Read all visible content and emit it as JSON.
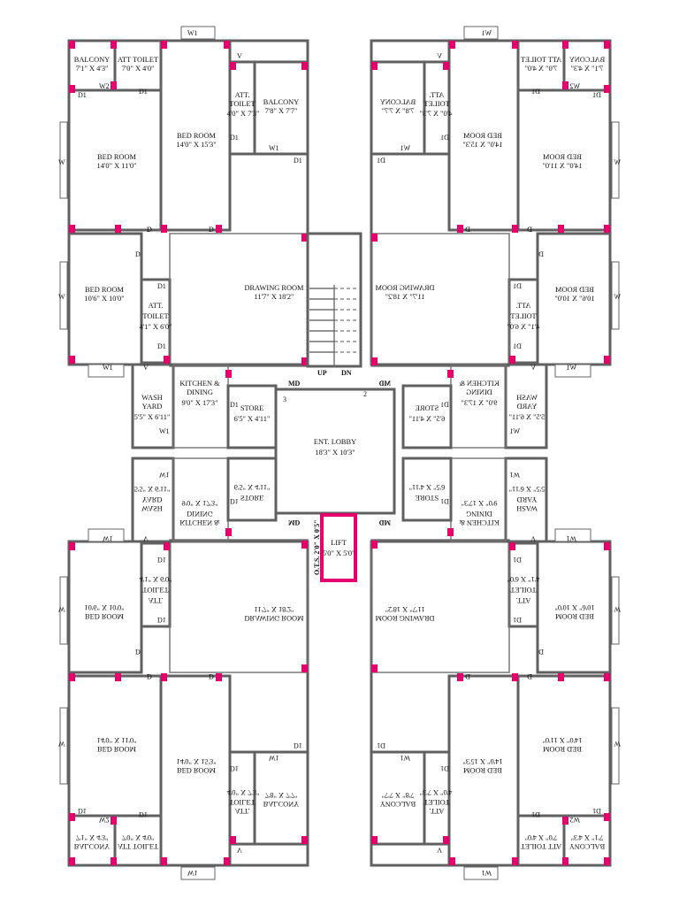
{
  "lobby": {
    "name": "ENT. LOBBY",
    "dim": "18'3\" X 10'3\""
  },
  "lift": {
    "name": "LIFT",
    "dim": "5'0\" X 5'0\""
  },
  "ots": "O.T.S. 2'0\" X 0'5\"",
  "stair": {
    "up": "UP",
    "dn": "DN",
    "num_left": "3",
    "num_right": "2"
  },
  "rooms": {
    "balcony_small": {
      "name": "BALCONY",
      "dim": "7'1\" X 4'3\""
    },
    "att_toilet_a": {
      "name": "ATT TOILET",
      "dim": "7'0\" X 4'0\""
    },
    "att_toilet_b": {
      "name1": "ATT.",
      "name2": "TOILET",
      "dim": "4'0\" X 7'3\""
    },
    "balcony_big": {
      "name": "BALCONY",
      "dim": "7'8\" X 7'7\""
    },
    "bed_a": {
      "name": "BED ROOM",
      "dim": "14'0\" X 11'0\""
    },
    "bed_b": {
      "name": "BED ROOM",
      "dim": "14'0\" X 15'3\""
    },
    "bed_c": {
      "name": "BED ROOM",
      "dim": "10'6\" X 10'0\""
    },
    "att_toilet_c": {
      "name1": "ATT.",
      "name2": "TOILET",
      "dim": "4'1\" X 6'0\""
    },
    "drawing": {
      "name": "DRAWING ROOM",
      "dim": "11'7\" X 18'2\""
    },
    "kitchen": {
      "name1": "KITCHEN &",
      "name2": "DINING",
      "dim": "9'0\" X 17'3\""
    },
    "wash": {
      "name1": "WASH",
      "name2": "YARD",
      "dim": "5'5\" X 6'11\""
    },
    "store": {
      "name": "STORE",
      "dim": "6'5\" X 4'11\""
    }
  },
  "tags": {
    "w": "W",
    "w1": "W1",
    "w2": "W2",
    "d": "D",
    "d1": "D1",
    "v": "V",
    "md": "MD"
  }
}
